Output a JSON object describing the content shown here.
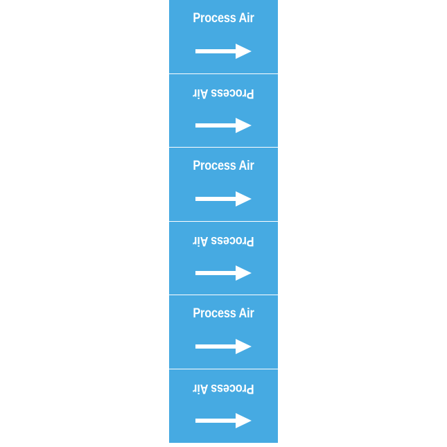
{
  "label": {
    "background_color": "#46aae2",
    "text_color": "#ffffff",
    "arrow_icon": "arrow-right-icon",
    "segments": [
      {
        "text": "Process Air",
        "orientation": "upright"
      },
      {
        "text": "Process Air",
        "orientation": "inverted"
      },
      {
        "text": "Process Air",
        "orientation": "upright"
      },
      {
        "text": "Process Air",
        "orientation": "inverted"
      },
      {
        "text": "Process Air",
        "orientation": "upright"
      },
      {
        "text": "Process Air",
        "orientation": "inverted"
      }
    ]
  }
}
